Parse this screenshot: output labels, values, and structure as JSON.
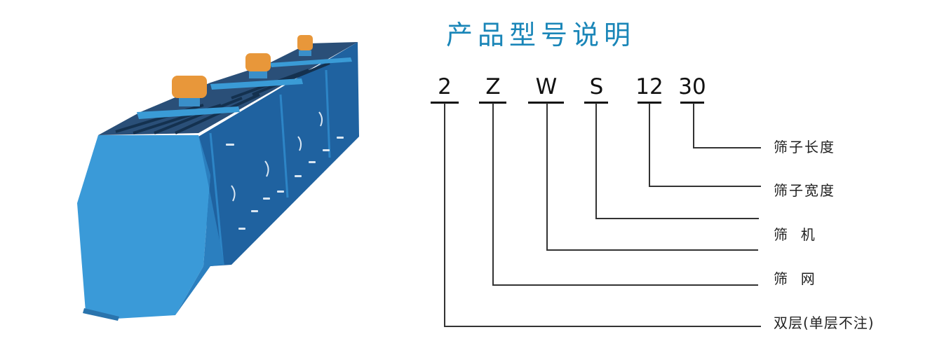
{
  "title": "产品型号说明",
  "colors": {
    "title": "#1a86b8",
    "machine_body": "#2f8fce",
    "machine_dark": "#1e5f96",
    "motor": "#e8973a",
    "line": "#333333"
  },
  "image": {
    "alt": "blue vibrating screen machine with three orange vibration motors",
    "motor_count": 3
  },
  "model_code": {
    "segments": [
      {
        "text": "2",
        "meaning": "双层(单层不注)"
      },
      {
        "text": "Z",
        "meaning": "筛  网"
      },
      {
        "text": "W",
        "meaning": "筛  机"
      },
      {
        "text": "S",
        "meaning": "筛  机"
      },
      {
        "text": "12",
        "meaning": "筛子宽度"
      },
      {
        "text": "30",
        "meaning": "筛子长度"
      }
    ]
  },
  "labels": [
    {
      "text": "筛子长度"
    },
    {
      "text": "筛子宽度"
    },
    {
      "text": "筛  机"
    },
    {
      "text": "筛  网"
    },
    {
      "text": "双层(单层不注)"
    }
  ]
}
